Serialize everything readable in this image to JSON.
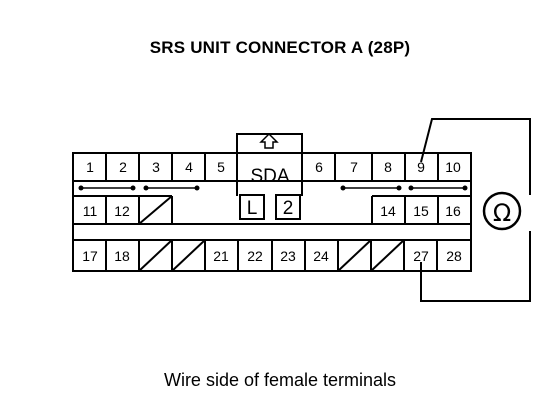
{
  "title": "SRS UNIT CONNECTOR A (28P)",
  "caption": "Wire side of female terminals",
  "connector": {
    "center_label": "SDA",
    "lock_letter": "L",
    "lock_number": "2",
    "row1": [
      "1",
      "2",
      "3",
      "4",
      "5",
      "6",
      "7",
      "8",
      "9",
      "10"
    ],
    "row2": [
      "11",
      "12",
      "",
      "14",
      "15",
      "16"
    ],
    "row3": [
      "17",
      "18",
      "",
      "",
      "21",
      "22",
      "23",
      "24",
      "",
      "",
      "27",
      "28"
    ],
    "measured_terminals": [
      "9",
      "27"
    ]
  },
  "meter": {
    "icon": "ohm-meter-icon",
    "symbol": "Ω"
  }
}
